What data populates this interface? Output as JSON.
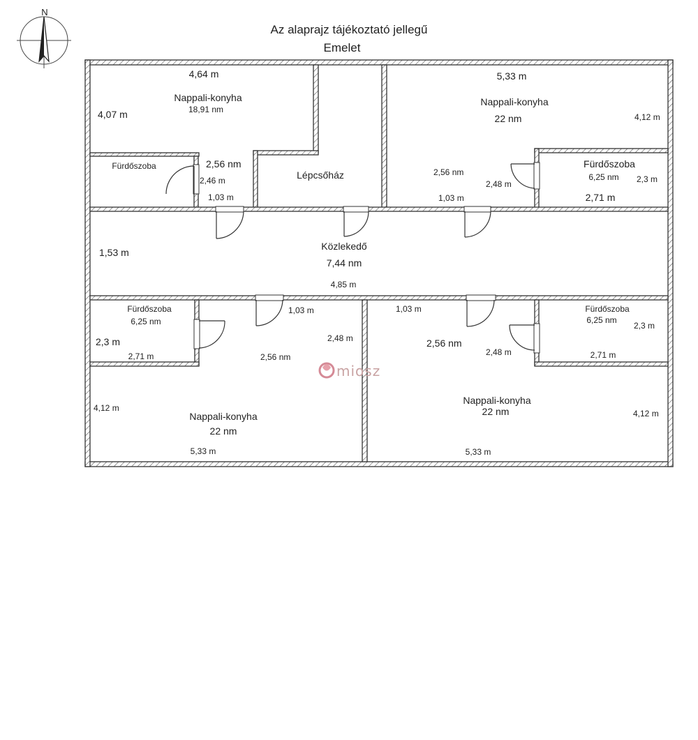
{
  "header": {
    "title": "Az alaprajz tájékoztató jellegű",
    "floor": "Emelet"
  },
  "compass": {
    "north_label": "N"
  },
  "watermark": {
    "text": "miosz",
    "color": "#c97b86"
  },
  "rooms": {
    "tl_living": {
      "name": "Nappali-konyha",
      "area": "18,91 nm",
      "width": "4,64 m",
      "height": "4,07 m"
    },
    "tl_bath": {
      "name": "Fürdőszoba"
    },
    "tl_hall": {
      "area": "2,56 nm",
      "d1": "2,46 m",
      "d2": "1,03 m"
    },
    "stair": {
      "name": "Lépcsőház"
    },
    "tr_living": {
      "name": "Nappali-konyha",
      "area": "22 nm",
      "width": "5,33 m",
      "height": "4,12 m"
    },
    "tr_hall": {
      "area": "2,56 nm",
      "d1": "2,48 m",
      "d2": "1,03 m"
    },
    "tr_bath": {
      "name": "Fürdőszoba",
      "area": "6,25 nm",
      "d1": "2,3 m",
      "d2": "2,71 m"
    },
    "corridor": {
      "name": "Közlekedő",
      "area": "7,44 nm",
      "height": "1,53 m",
      "width": "4,85 m"
    },
    "bl_bath": {
      "name": "Fürdőszoba",
      "area": "6,25 nm",
      "d1": "2,3 m",
      "d2": "2,71 m"
    },
    "bl_hall": {
      "area": "2,56 nm",
      "d1": "1,03 m",
      "d2": "2,48 m"
    },
    "bl_living": {
      "name": "Nappali-konyha",
      "area": "22 nm",
      "height": "4,12 m",
      "width": "5,33 m"
    },
    "br_hall": {
      "area": "2,56 nm",
      "d1": "1,03 m",
      "d2": "2,48 m"
    },
    "br_bath": {
      "name": "Fürdőszoba",
      "area": "6,25 nm",
      "d1": "2,3 m",
      "d2": "2,71 m"
    },
    "br_living": {
      "name": "Nappali-konyha",
      "area": "22 nm",
      "height": "4,12 m",
      "width": "5,33 m"
    }
  }
}
